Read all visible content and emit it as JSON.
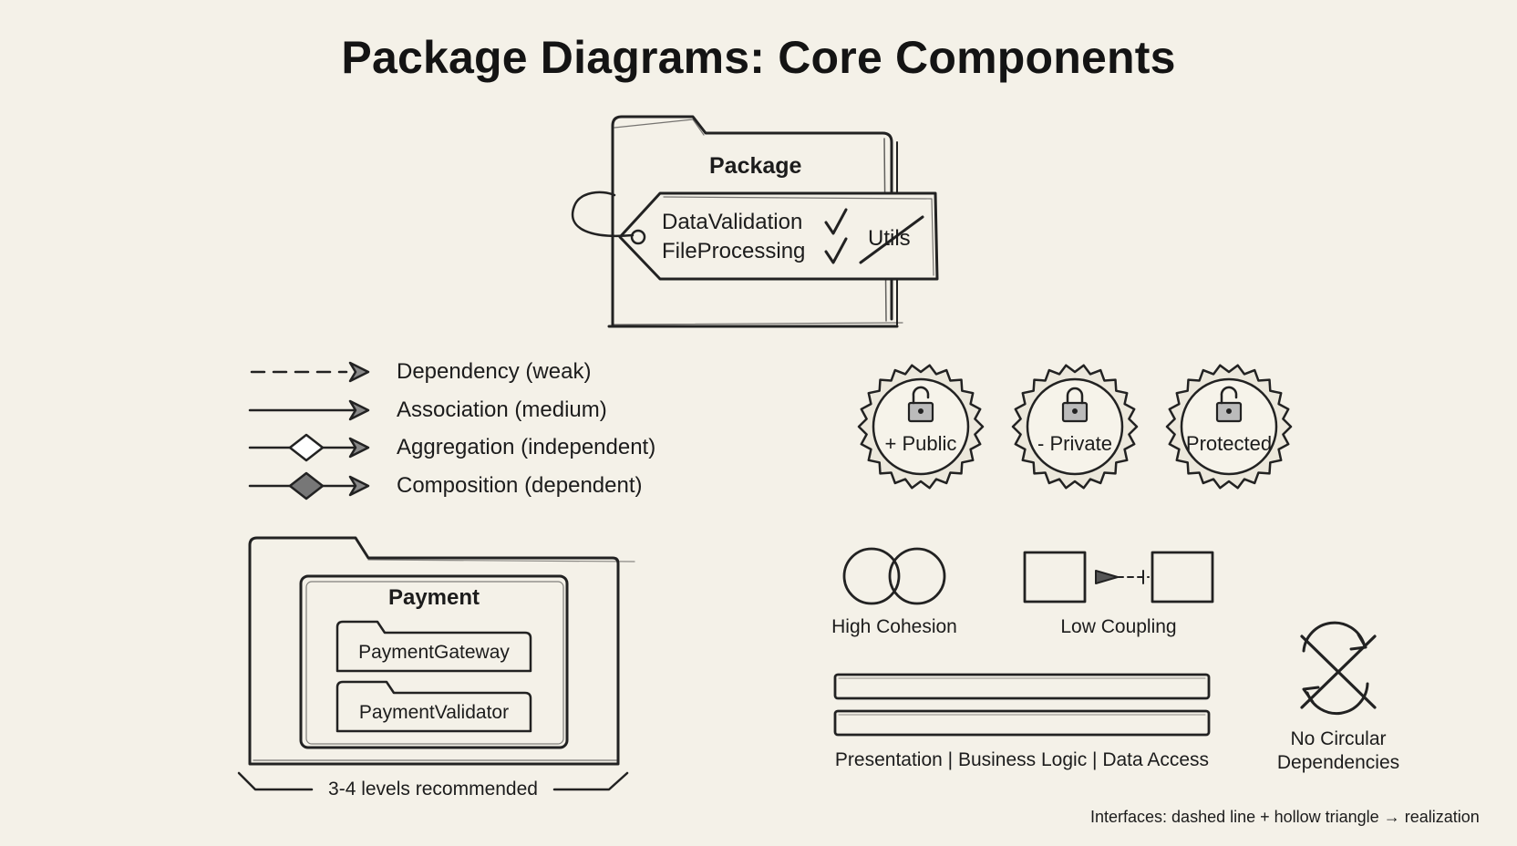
{
  "title": "Package Diagrams: Core Components",
  "package_tag": {
    "package_label": "Package",
    "items": [
      "DataValidation",
      "FileProcessing"
    ],
    "struck_item": "Utils"
  },
  "relationships": [
    {
      "style": "dashed",
      "label": "Dependency (weak)"
    },
    {
      "style": "solid",
      "label": "Association (medium)"
    },
    {
      "style": "hollow-diamond",
      "label": "Aggregation (independent)"
    },
    {
      "style": "filled-diamond",
      "label": "Composition (dependent)"
    }
  ],
  "visibility": [
    {
      "label": "+ Public",
      "lock": "unlocked"
    },
    {
      "label": "- Private",
      "lock": "locked"
    },
    {
      "label": "Protected",
      "lock": "unlocked"
    }
  ],
  "nested_package": {
    "inner_title": "Payment",
    "children": [
      "PaymentGateway",
      "PaymentValidator"
    ],
    "note": "3-4 levels recommended"
  },
  "principles": {
    "cohesion": "High Cohesion",
    "coupling": "Low Coupling",
    "layers_caption": "Presentation | Business Logic | Data Access",
    "no_circular": "No Circular\nDependencies"
  },
  "footnote": "Interfaces: dashed line + hollow triangle → realization"
}
